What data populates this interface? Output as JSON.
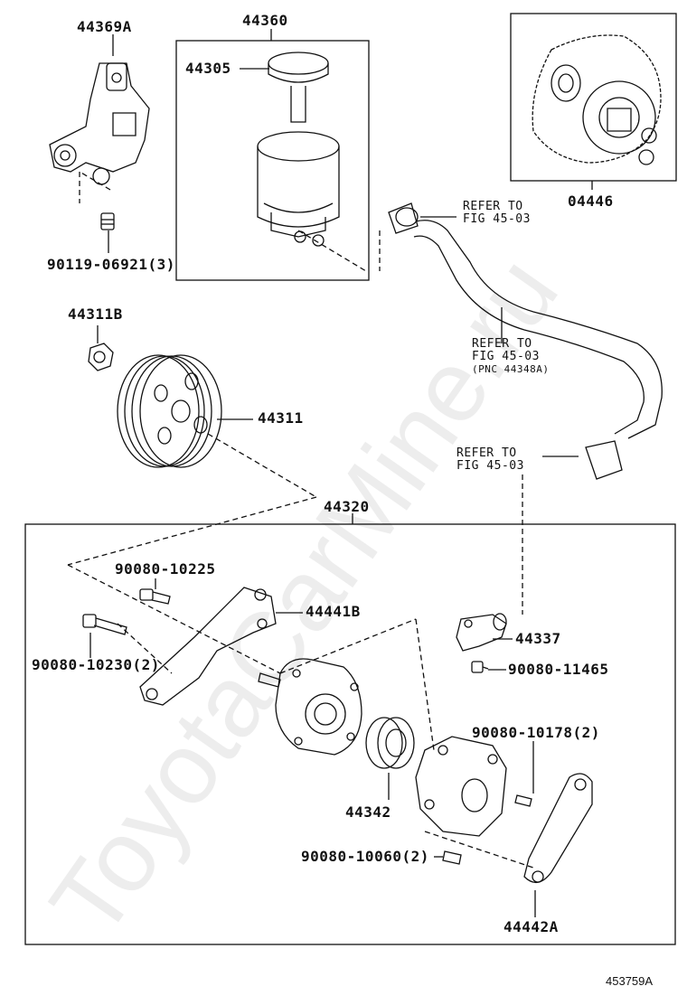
{
  "parts": {
    "p44369A": "44369A",
    "p44360": "44360",
    "p44305": "44305",
    "p04446": "04446",
    "p90119": "90119-06921(3)",
    "p44311B": "44311B",
    "p44311": "44311",
    "p44320": "44320",
    "p90080_10225": "90080-10225",
    "p44441B": "44441B",
    "p90080_10230": "90080-10230(2)",
    "p44337": "44337",
    "p90080_11465": "90080-11465",
    "p90080_10178": "90080-10178(2)",
    "p44342": "44342",
    "p90080_10060": "90080-10060(2)",
    "p44442A": "44442A"
  },
  "references": {
    "ref1": {
      "line1": "REFER TO",
      "line2": "FIG 45-03"
    },
    "ref2": {
      "line1": "REFER TO",
      "line2": "FIG 45-03",
      "line3": "(PNC 44348A)"
    },
    "ref3": {
      "line1": "REFER TO",
      "line2": "FIG 45-03"
    }
  },
  "figure_id": "453759A",
  "watermark": "ToyotaCarMine.ru"
}
